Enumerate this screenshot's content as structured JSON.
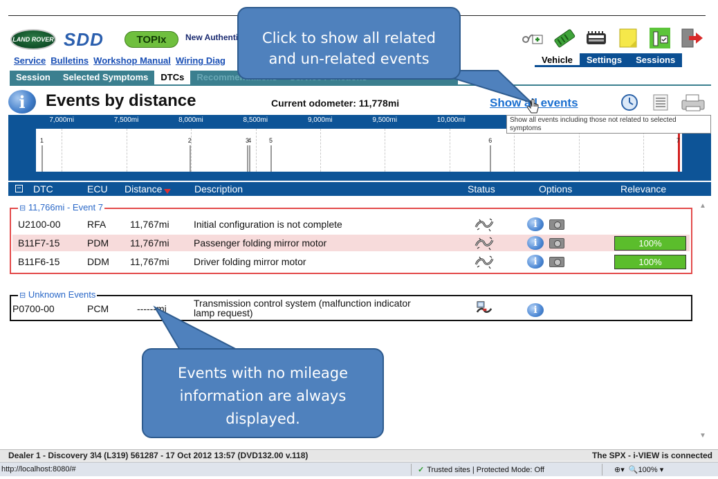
{
  "brand": {
    "logo_text": "LAND ROVER",
    "sdd": "SDD",
    "topix": "TOPIx",
    "new_auth": "New Authentic"
  },
  "nav_links": [
    "Service",
    "Bulletins",
    "Workshop Manual",
    "Wiring Diag"
  ],
  "right_tabs": [
    "Vehicle",
    "Settings",
    "Sessions"
  ],
  "subtabs": [
    "Session",
    "Selected Symptoms",
    "DTCs",
    "Recommendations",
    "Service Functions"
  ],
  "header": {
    "title": "Events by distance",
    "odometer": "Current odometer: 11,778mi",
    "show_all": "Show all events"
  },
  "tooltip": "Show all events including those not related to selected symptoms",
  "timeline": {
    "axis_labels": [
      "7,000mi",
      "7,500mi",
      "8,000mi",
      "8,500mi",
      "9,000mi",
      "9,500mi",
      "10,000mi"
    ],
    "events": [
      {
        "label": "1",
        "mileage": 6843
      },
      {
        "label": "2",
        "mileage": 7987
      },
      {
        "label": "3",
        "mileage": 8433
      },
      {
        "label": "4",
        "mileage": 8450
      },
      {
        "label": "5",
        "mileage": 8615
      },
      {
        "label": "6",
        "mileage": 10313
      },
      {
        "label": "7",
        "mileage": 11767
      }
    ]
  },
  "columns": {
    "dtc": "DTC",
    "ecu": "ECU",
    "distance": "Distance",
    "description": "Description",
    "status": "Status",
    "options": "Options",
    "relevance": "Relevance"
  },
  "group1": {
    "legend": "11,766mi - Event 7",
    "rows": [
      {
        "dtc": "U2100-00",
        "ecu": "RFA",
        "distance": "11,767mi",
        "description": "Initial configuration is not complete",
        "relevance": ""
      },
      {
        "dtc": "B11F7-15",
        "ecu": "PDM",
        "distance": "11,767mi",
        "description": "Passenger folding mirror motor",
        "relevance": "100%"
      },
      {
        "dtc": "B11F6-15",
        "ecu": "DDM",
        "distance": "11,767mi",
        "description": "Driver folding mirror motor",
        "relevance": "100%"
      }
    ]
  },
  "group2": {
    "legend": "Unknown Events",
    "rows": [
      {
        "dtc": "P0700-00",
        "ecu": "PCM",
        "distance": "------mi",
        "description_line1": "Transmission control system (malfunction indicator",
        "description_line2": "lamp request)"
      }
    ]
  },
  "callouts": {
    "top_line1": "Click to show all related",
    "top_line2": "and un-related events",
    "bottom_line1": "Events with no mileage",
    "bottom_line2": "information are always",
    "bottom_line3": "displayed."
  },
  "footer": {
    "left": "Dealer 1 - Discovery 3\\4 (L319) 561287 - 17 Oct 2012 13:57 (DVD132.00 v.118)",
    "right": "The SPX - i-VIEW is connected",
    "url": "http://localhost:8080/#",
    "trust": "Trusted sites | Protected Mode: Off",
    "zoom": "100%"
  },
  "colors": {
    "accent_blue": "#0d5497",
    "tab_teal": "#3b7f8f",
    "relevance_green": "#5bbd2c",
    "event_border_red": "#e34a4a",
    "callout_blue": "#4f81bd"
  },
  "icons": [
    "stethoscope-icon",
    "battery-icon",
    "vci-icon",
    "notes-icon",
    "connected-device-icon",
    "exit-icon",
    "info-icon",
    "clock-icon",
    "list-icon",
    "printer-icon",
    "status-disconnected-icon",
    "camera-icon"
  ]
}
